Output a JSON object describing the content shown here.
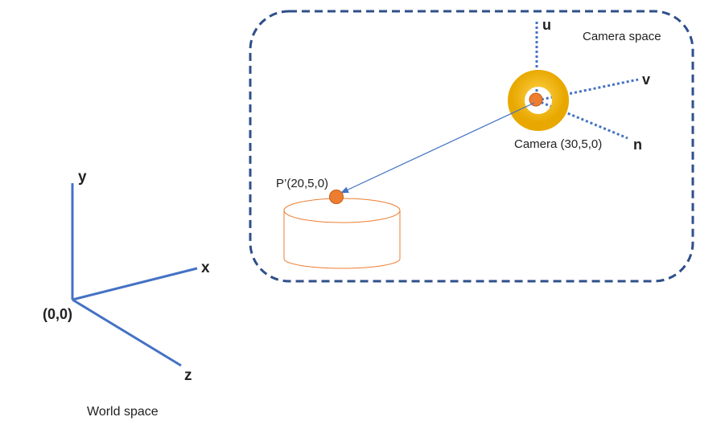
{
  "world": {
    "axis_y": "y",
    "axis_x": "x",
    "axis_z": "z",
    "origin": "(0,0)",
    "caption": "World space"
  },
  "camera_space": {
    "caption": "Camera space",
    "axis_u": "u",
    "axis_v": "v",
    "axis_n": "n",
    "camera_label": "Camera (30,5,0)",
    "point_label": "P’(20,5,0)"
  },
  "colors": {
    "axis_blue": "#4472c4",
    "dashed_border": "#2f4f8a",
    "point_orange": "#ed7d31",
    "camera_ring": "#f5b800",
    "cylinder_stroke": "#ed7d31"
  }
}
